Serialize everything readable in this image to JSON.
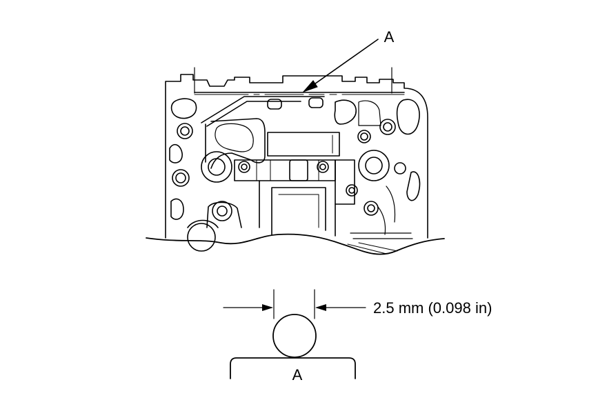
{
  "diagram": {
    "callout_top": "A",
    "dimension_text": "2.5 mm (0.098 in)",
    "callout_bottom": "A",
    "line_color": "#000000",
    "background_color": "#ffffff"
  }
}
